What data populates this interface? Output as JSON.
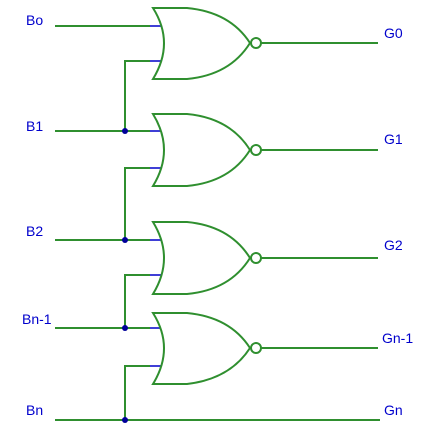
{
  "diagram": {
    "inputs": [
      {
        "label": "Bo"
      },
      {
        "label": "B1"
      },
      {
        "label": "B2"
      },
      {
        "label": "Bn-1"
      },
      {
        "label": "Bn"
      }
    ],
    "outputs": [
      {
        "label": "G0"
      },
      {
        "label": "G1"
      },
      {
        "label": "G2"
      },
      {
        "label": "Gn-1"
      },
      {
        "label": "Gn"
      }
    ],
    "gates": [
      {
        "type": "NOR"
      },
      {
        "type": "NOR"
      },
      {
        "type": "NOR"
      },
      {
        "type": "NOR"
      }
    ],
    "colors": {
      "wire": "#2f8f2f",
      "pin": "#3f3fd6",
      "label": "#0000cc",
      "junction": "#000099"
    }
  }
}
